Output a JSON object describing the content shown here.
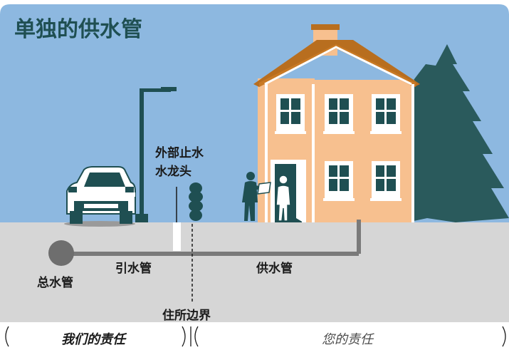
{
  "title": "单独的供水管",
  "labels": {
    "external_stopcock_line1": "外部止水",
    "external_stopcock_line2": "水龙头",
    "main": "总水管",
    "communication_pipe": "引水管",
    "supply_pipe": "供水管",
    "boundary": "住所边界"
  },
  "responsibility": {
    "ours": "我们的责任",
    "yours": "您的责任"
  },
  "colors": {
    "sky": "#8db8e0",
    "ground": "#d6d6d6",
    "pipe": "#7a7a7a",
    "house_wall": "#f7c08f",
    "roof": "#b86e1f",
    "trim": "#ffffff",
    "dark_teal": "#1f4f52",
    "tree": "#2a5a5c"
  }
}
